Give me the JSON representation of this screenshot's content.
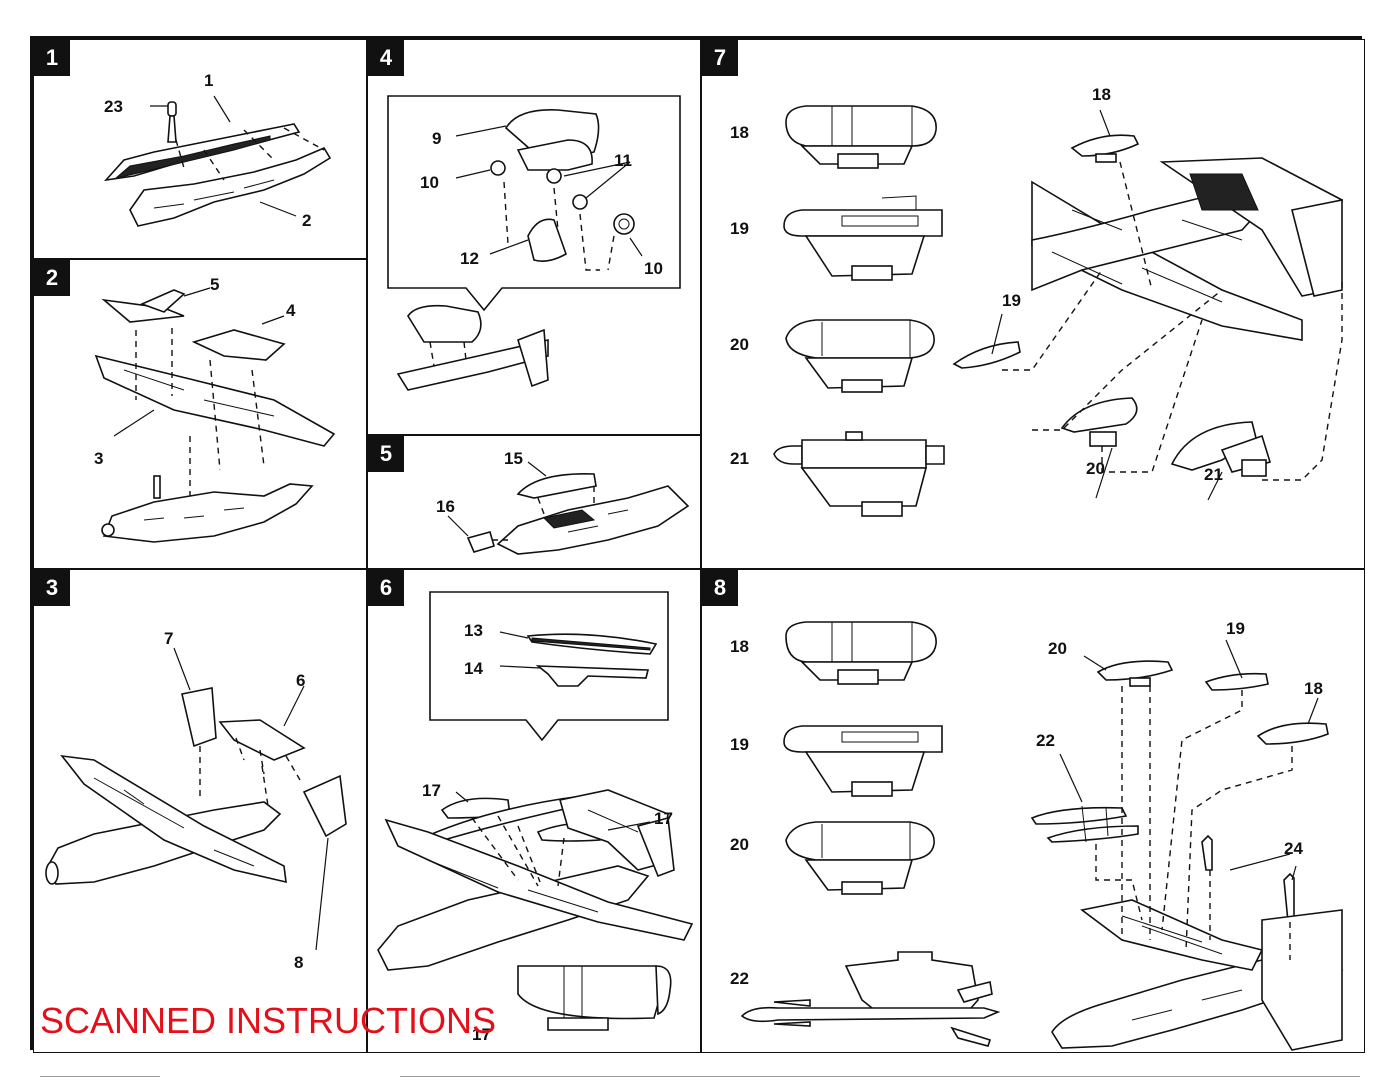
{
  "steps": [
    {
      "number": "1",
      "parts": [
        "1",
        "23",
        "2"
      ]
    },
    {
      "number": "2",
      "parts": [
        "5",
        "4",
        "3"
      ]
    },
    {
      "number": "3",
      "parts": [
        "7",
        "6",
        "8"
      ]
    },
    {
      "number": "4",
      "parts": [
        "9",
        "11",
        "10",
        "10",
        "12"
      ]
    },
    {
      "number": "5",
      "parts": [
        "15",
        "16"
      ]
    },
    {
      "number": "6",
      "parts": [
        "13",
        "14",
        "17",
        "17",
        "17"
      ]
    },
    {
      "number": "7",
      "stores_key": [
        "18",
        "19",
        "20",
        "21"
      ],
      "parts": [
        "18",
        "19",
        "20",
        "21"
      ]
    },
    {
      "number": "8",
      "stores_key": [
        "18",
        "19",
        "20",
        "22"
      ],
      "parts": [
        "19",
        "20",
        "18",
        "22",
        "24"
      ]
    }
  ],
  "watermark": "SCANNED INSTRUCTIONS",
  "colors": {
    "ink": "#111111",
    "watermark": "#e3101a"
  }
}
